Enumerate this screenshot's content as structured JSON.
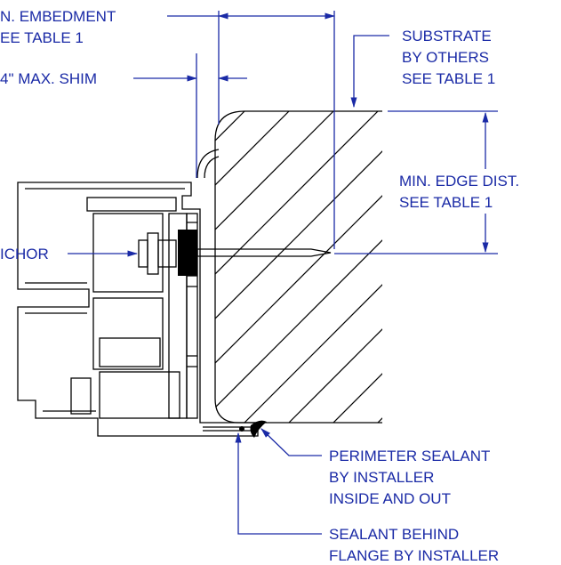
{
  "labels": {
    "embed_1": "N. EMBEDMENT",
    "embed_2": "EE TABLE 1",
    "shim": "4\"  MAX. SHIM",
    "substrate_1": "SUBSTRATE",
    "substrate_2": "BY OTHERS",
    "substrate_3": "SEE TABLE 1",
    "edge_1": "MIN. EDGE DIST.",
    "edge_2": "SEE TABLE 1",
    "anchor": "ICHOR",
    "perim_1": "PERIMETER SEALANT",
    "perim_2": "BY INSTALLER",
    "perim_3": "INSIDE AND OUT",
    "behind_1": "SEALANT BEHIND",
    "behind_2": "FLANGE BY INSTALLER"
  },
  "colors": {
    "callout": "#1a2aa6",
    "drawing": "#000000"
  }
}
